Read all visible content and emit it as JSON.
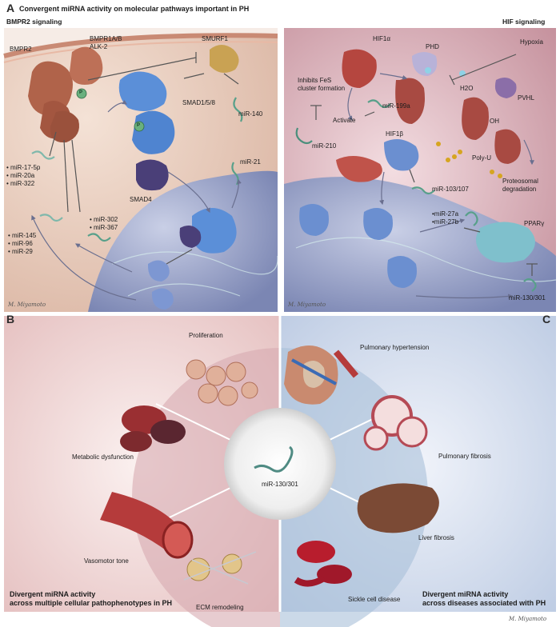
{
  "panel_a": {
    "letter": "A",
    "title": "Convergent miRNA activity on molecular pathways important in PH",
    "left_header": "BMPR2 signaling",
    "right_header": "HIF signaling",
    "left_labels": {
      "bmpr2": "BMPR2",
      "bmpr1": "BMPR1A/B",
      "alk2": "ALK-2",
      "smurf1": "SMURF1",
      "smad158": "SMAD1/5/8",
      "mir140": "miR-140",
      "mir17": "• miR-17-5p",
      "mir20a": "• miR-20a",
      "mir322": "• miR-322",
      "mir21": "miR-21",
      "smad4": "SMAD4",
      "mir302": "• miR-302",
      "mir367": "• miR-367",
      "mir145": "• miR-145",
      "mir96": "• miR-96",
      "mir29": "• miR-29",
      "p1": "P",
      "p2": "P"
    },
    "right_labels": {
      "hif1a": "HIF1α",
      "phd": "PHD",
      "hypoxia": "Hypoxia",
      "h2o": "H2O",
      "pvhl": "PVHL",
      "oh": "OH",
      "inhibits1": "Inhibits FeS",
      "inhibits2": "cluster formation",
      "mir199a": "miR-199a",
      "activate": "Activate",
      "hif1b": "HIF1β",
      "mir210": "miR-210",
      "polyu": "Poly-U",
      "proteosomal1": "Proteosomal",
      "proteosomal2": "degradation",
      "mir103": "miR-103/107",
      "mir27a": "•miR-27a",
      "mir27b": "•miR-27b",
      "ppar": "PPARγ",
      "mir130": "miR-130/301"
    },
    "signature": "M. Miyamoto"
  },
  "panel_b": {
    "letter": "B",
    "segments": [
      "Proliferation",
      "Metabolic dysfunction",
      "Vasomotor tone",
      "ECM remodeling"
    ],
    "caption_line1": "Divergent miRNA activity",
    "caption_line2": "across multiple cellular pathophenotypes in PH"
  },
  "panel_c": {
    "letter": "C",
    "segments": [
      "Pulmonary hypertension",
      "Pulmonary fibrosis",
      "Liver fibrosis",
      "Sickle cell disease"
    ],
    "caption_line1": "Divergent miRNA activity",
    "caption_line2": "across diseases associated with PH"
  },
  "center_label": "miR-130/301",
  "bottom_signature": "M. Miyamoto",
  "colors": {
    "cell_left": "#e9cfc1",
    "cell_right": "#d8aab3",
    "nucleus": "#9ea7c9",
    "bmpr": "#b0634a",
    "smad": "#5b8fd8",
    "smad4": "#4a3f78",
    "mirna": "#58a08a",
    "hif": "#b5463f",
    "ppar": "#7fc0cc",
    "ring_left": "#b67f88",
    "ring_right": "#6e8cb5"
  }
}
